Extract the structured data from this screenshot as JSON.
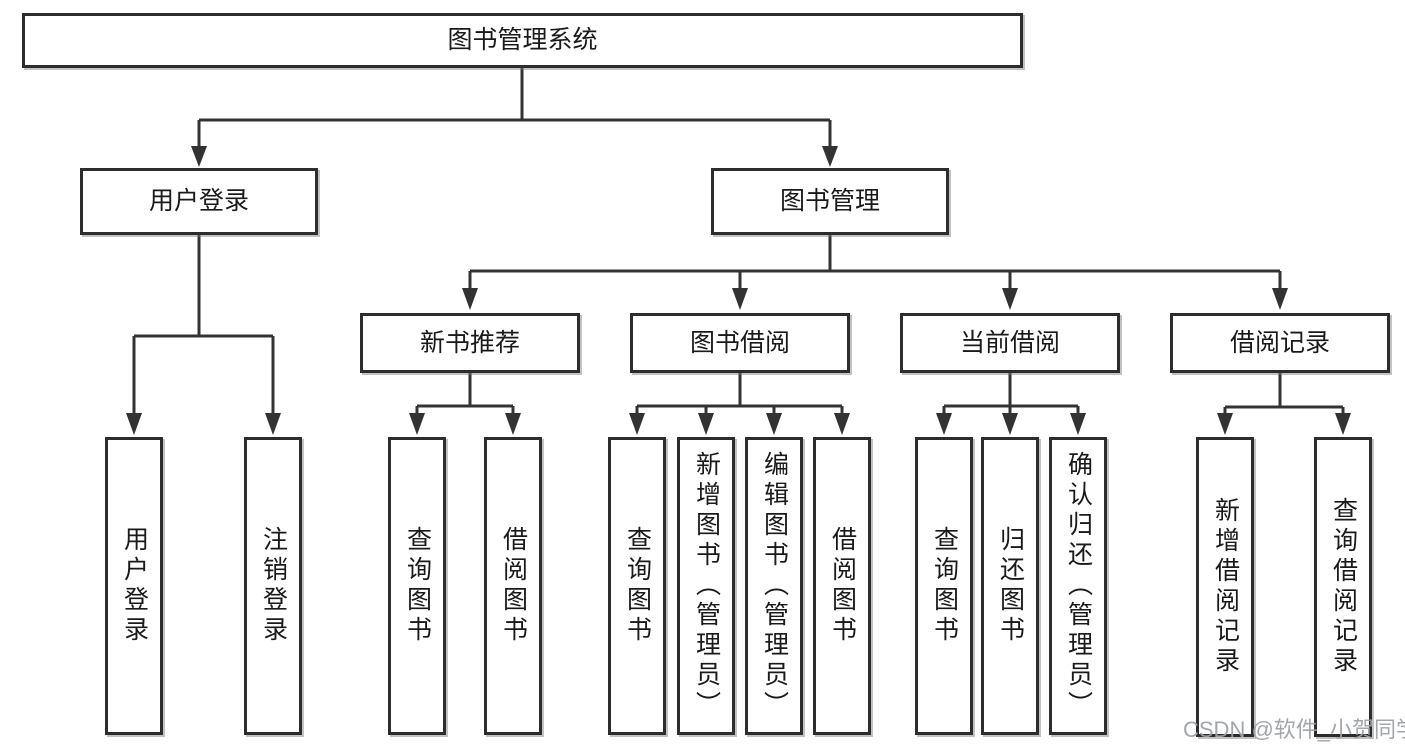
{
  "nodes": {
    "root": "图书管理系统",
    "user_login": "用户登录",
    "book_management": "图书管理",
    "new_book_recommend": "新书推荐",
    "book_borrowing": "图书借阅",
    "current_borrowing": "当前借阅",
    "borrowing_records": "借阅记录",
    "login_leaf": "用户登录",
    "logout_leaf": "注销登录",
    "nbr_query_books": "查询图书",
    "nbr_borrow_books": "借阅图书",
    "bb_query_books": "查询图书",
    "bb_add_books_admin": "新增图书（管理员）",
    "bb_edit_books_admin": "编辑图书（管理员）",
    "bb_borrow_books": "借阅图书",
    "cb_query_books": "查询图书",
    "cb_return_books": "归还图书",
    "cb_confirm_return_admin": "确认归还（管理员）",
    "br_add_record": "新增借阅记录",
    "br_query_record": "查询借阅记录"
  },
  "hierarchy": {
    "图书管理系统": [
      "用户登录",
      "图书管理"
    ],
    "用户登录": [
      "用户登录",
      "注销登录"
    ],
    "图书管理": [
      "新书推荐",
      "图书借阅",
      "当前借阅",
      "借阅记录"
    ],
    "新书推荐": [
      "查询图书",
      "借阅图书"
    ],
    "图书借阅": [
      "查询图书",
      "新增图书（管理员）",
      "编辑图书（管理员）",
      "借阅图书"
    ],
    "当前借阅": [
      "查询图书",
      "归还图书",
      "确认归还（管理员）"
    ],
    "借阅记录": [
      "新增借阅记录",
      "查询借阅记录"
    ]
  },
  "watermark": "CSDN @软件_小贺同学",
  "colors": {
    "line": "#333333",
    "box_border": "#2d2d2d",
    "text": "#1a1a1a",
    "watermark": "#9ea2a6",
    "background": "#ffffff"
  }
}
